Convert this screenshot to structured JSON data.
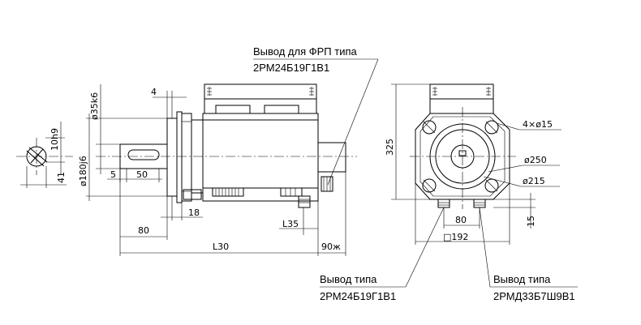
{
  "labels": {
    "top_callout_line1": "Вывод для ФРП типа",
    "top_callout_line2": "2РМ24Б19Г1В1",
    "bottom_left_line1": "Вывод  типа",
    "bottom_left_line2": "2РМ24Б19Г1В1",
    "bottom_right_line1": "Вывод  типа",
    "bottom_right_line2": "2РМД33Б7Ш9В1"
  },
  "dimensions": {
    "d4": "4",
    "d35k6": "ø35k6",
    "d180j6": "ø180j6",
    "d10h9": "10h9",
    "d41": "41",
    "d5": "5",
    "d50": "50",
    "d18": "18",
    "d80_left": "80",
    "dL35": "L35",
    "dL30": "L30",
    "d90": "90ж",
    "d325": "325",
    "d4x15": "4×ø15",
    "d250": "ø250",
    "d215": "ø215",
    "d80_right": "80",
    "d15": "15",
    "d192": "□192"
  }
}
